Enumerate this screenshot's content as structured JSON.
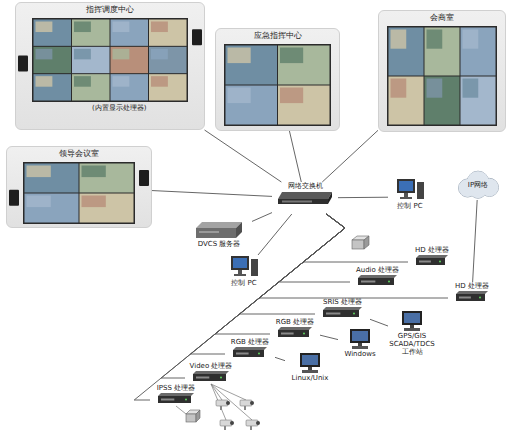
{
  "diagram": {
    "nodes": [
      {
        "text": [
          "指挥调度中心"
        ]
      },
      {
        "text": [
          "应急指挥中心"
        ]
      },
      {
        "text": [
          "会商室"
        ]
      },
      {
        "text": [
          "领导会议室"
        ]
      },
      {
        "text": [
          "网络交换机"
        ]
      },
      {
        "text": [
          "控制 PC"
        ]
      },
      {
        "text": [
          "IP网络"
        ]
      },
      {
        "text": [
          "DVCS 服务器"
        ]
      },
      {
        "text": [
          "控制 PC"
        ]
      },
      {
        "text": [
          "HD 处理器"
        ]
      },
      {
        "text": [
          "Audio 处理器"
        ]
      },
      {
        "text": [
          "HD 处理器"
        ]
      },
      {
        "text": [
          "SRIS 处理器"
        ]
      },
      {
        "text": [
          "GPS/GIS SCADA/TDCS 工作站"
        ]
      },
      {
        "text": [
          "RGB 处理器"
        ]
      },
      {
        "text": [
          "Windows"
        ]
      },
      {
        "text": [
          "RGB 处理器"
        ]
      },
      {
        "text": [
          "Linux/Unix"
        ]
      },
      {
        "text": [
          "Video 处理器"
        ]
      },
      {
        "text": [
          "IPSS 处理器"
        ]
      }
    ],
    "edges": [
      {
        "from": 4,
        "to": 0,
        "arrow": "none"
      },
      {
        "from": 4,
        "to": 1,
        "arrow": "none"
      },
      {
        "from": 4,
        "to": 2,
        "arrow": "none"
      },
      {
        "from": 4,
        "to": 3,
        "arrow": "none"
      },
      {
        "from": 4,
        "to": 5,
        "arrow": "none"
      },
      {
        "from": 4,
        "to": 7,
        "arrow": "none"
      },
      {
        "from": 4,
        "to": 8,
        "arrow": "none"
      },
      {
        "from": 4,
        "to": 9,
        "arrow": "none"
      },
      {
        "from": 4,
        "to": 10,
        "arrow": "none"
      },
      {
        "from": 4,
        "to": 11,
        "arrow": "none"
      },
      {
        "from": 4,
        "to": 12,
        "arrow": "none"
      },
      {
        "from": 4,
        "to": 14,
        "arrow": "none"
      },
      {
        "from": 4,
        "to": 16,
        "arrow": "none"
      },
      {
        "from": 4,
        "to": 18,
        "arrow": "none"
      },
      {
        "from": 4,
        "to": 19,
        "arrow": "none"
      },
      {
        "from": 6,
        "to": 11,
        "arrow": "none"
      },
      {
        "from": 12,
        "to": 13,
        "arrow": "none"
      },
      {
        "from": 14,
        "to": 15,
        "arrow": "none"
      },
      {
        "from": 16,
        "to": 17,
        "arrow": "none"
      }
    ],
    "labels": [
      "(内置显示处理器)"
    ]
  }
}
